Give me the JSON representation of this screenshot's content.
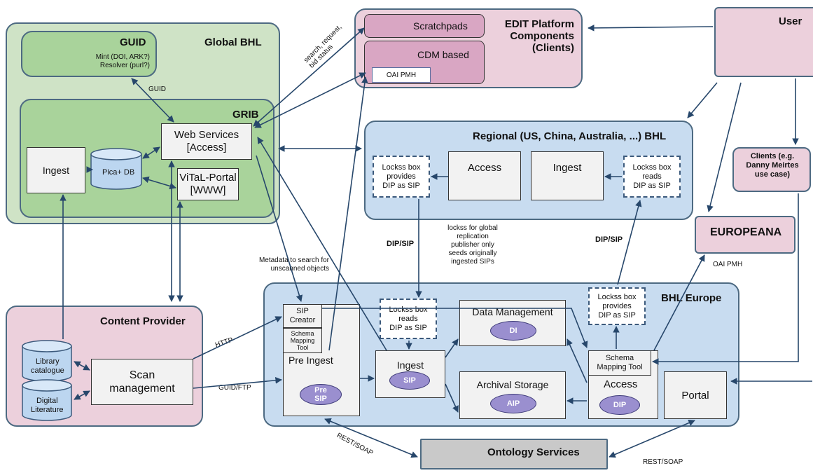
{
  "regions": {
    "global_bhl": "Global BHL",
    "guid": "GUID",
    "guid_desc": "Mint (DOI, ARK?)\nResolver (purl?)",
    "grib": "GRIB",
    "edit_platform": "EDIT Platform\nComponents\n(Clients)",
    "user": "User",
    "regional": "Regional (US, China, Australia, ...) BHL",
    "content_provider": "Content Provider",
    "bhl_europe": "BHL Europe",
    "clients": "Clients (e.g.\nDanny Meirtes\nuse case)",
    "europeana": "EUROPEANA",
    "ontology": "Ontology Services"
  },
  "boxes": {
    "scratchpads": "Scratchpads",
    "cdm_based": "CDM based",
    "oai_pmh_cdm": "OAI PMH",
    "ingest_grib": "Ingest",
    "pica_db": "Pica+ DB",
    "web_services": "Web Services\n[Access]",
    "vital_portal": "ViTaL-Portal\n[WWW]",
    "regional_access": "Access",
    "regional_ingest": "Ingest",
    "lockss_provides_regional": "Lockss box\nprovides\nDIP as SIP",
    "lockss_reads_regional": "Lockss box\nreads\nDIP as SIP",
    "library_catalogue": "Library\ncatalogue",
    "digital_literature": "Digital\nLiterature",
    "scan_management": "Scan\nmanagement",
    "sip_creator": "SIP\nCreator",
    "schema_mapping_tool_small": "Schema\nMapping\nTool",
    "pre_ingest": "Pre Ingest",
    "pre_sip": "Pre\nSIP",
    "lockss_reads_europe": "Lockss box\nreads\nDIP as SIP",
    "ingest_europe": "Ingest",
    "sip": "SIP",
    "data_management": "Data Management",
    "di": "DI",
    "archival_storage": "Archival Storage",
    "aip": "AIP",
    "lockss_provides_europe": "Lockss box\nprovides\nDIP as SIP",
    "schema_mapping_tool": "Schema\nMapping Tool",
    "access_europe": "Access",
    "dip": "DIP",
    "portal": "Portal"
  },
  "labels": {
    "guid_arrow": "GUID",
    "search_request": "search, request,\nbid status",
    "dip_sip_left": "DIP/SIP",
    "dip_sip_right": "DIP/SIP",
    "lockss_note": "lockss for global\nreplication\npublisher only\nseeds originally\ningested SIPs",
    "metadata_search": "Metadata to search for\nunscanned objects",
    "http": "HTTP",
    "guid_ftp": "GUID/FTP",
    "oai_pmh_europeana": "OAI PMH",
    "rest_soap_left": "REST/SOAP",
    "rest_soap_right": "REST/SOAP"
  },
  "colors": {
    "green_outer": "#cfe3c6",
    "green_inner": "#a9d39b",
    "pink": "#ecd0dc",
    "pink_box": "#d9a6c3",
    "blue": "#c8dcf0",
    "grey": "#c9c9c9",
    "ellipse": "#9a8fcf",
    "arrow": "#27476b"
  }
}
